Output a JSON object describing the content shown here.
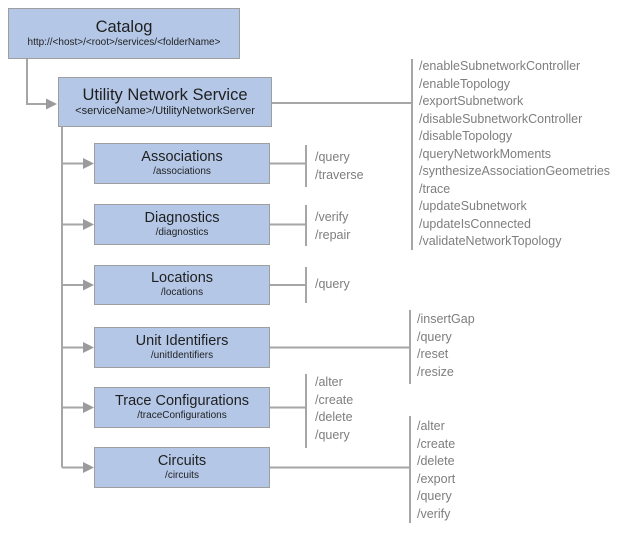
{
  "diagram": {
    "catalog": {
      "title": "Catalog",
      "subtitle": "http://<host>/<root>/services/<folderName>"
    },
    "service": {
      "title": "Utility Network Service",
      "subtitle": "<serviceName>/UtilityNetworkServer",
      "ops": [
        "/enableSubnetworkController",
        "/enableTopology",
        "/exportSubnetwork",
        "/disableSubnetworkController",
        "/disableTopology",
        "/queryNetworkMoments",
        "/synthesizeAssociationGeometries",
        "/trace",
        "/updateSubnetwork",
        "/updateIsConnected",
        "/validateNetworkTopology"
      ]
    },
    "children": [
      {
        "title": "Associations",
        "subtitle": "/associations",
        "ops": [
          "/query",
          "/traverse"
        ]
      },
      {
        "title": "Diagnostics",
        "subtitle": "/diagnostics",
        "ops": [
          "/verify",
          "/repair"
        ]
      },
      {
        "title": "Locations",
        "subtitle": "/locations",
        "ops": [
          "/query"
        ]
      },
      {
        "title": "Unit Identifiers",
        "subtitle": "/unitIdentifiers",
        "ops": [
          "/insertGap",
          "/query",
          "/reset",
          "/resize"
        ]
      },
      {
        "title": "Trace Configurations",
        "subtitle": "/traceConfigurations",
        "ops": [
          "/alter",
          "/create",
          "/delete",
          "/query"
        ]
      },
      {
        "title": "Circuits",
        "subtitle": "/circuits",
        "ops": [
          "/alter",
          "/create",
          "/delete",
          "/export",
          "/query",
          "/verify"
        ]
      }
    ],
    "colors": {
      "box_fill": "#b4c7e7",
      "box_border": "#9e9e9e",
      "connector_line": "#a6a6a6",
      "arrowhead": "#9b9b9b",
      "ops_text": "#7e7e7e",
      "title_text": "#1f1f1f"
    }
  }
}
